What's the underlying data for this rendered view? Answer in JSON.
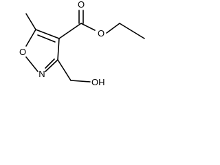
{
  "molecule": {
    "atoms": {
      "carbonyl_oxygen": "O",
      "ester_oxygen": "O",
      "ring_oxygen": "O",
      "ring_nitrogen": "N",
      "hydroxyl": "OH"
    }
  }
}
